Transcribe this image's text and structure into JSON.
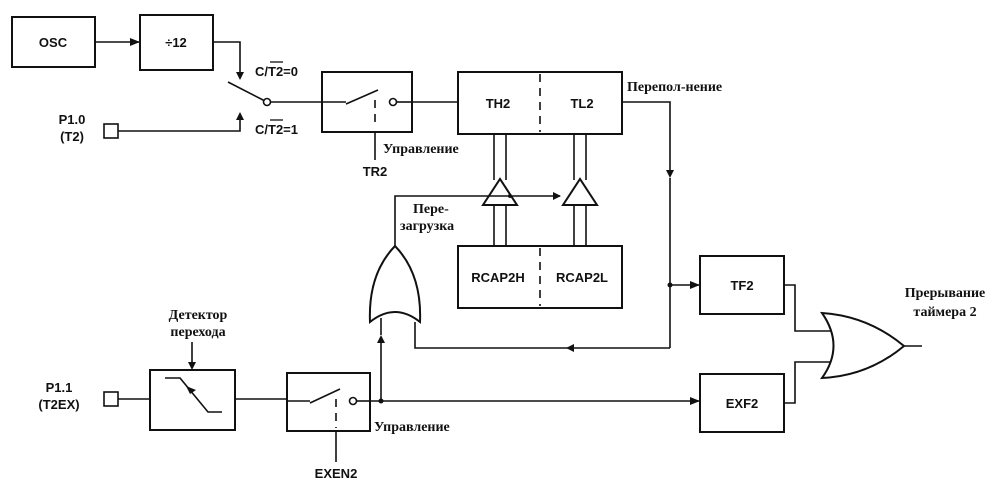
{
  "blocks": {
    "osc": "OSC",
    "div12": "÷12",
    "th2": "TH2",
    "tl2": "TL2",
    "rcap2h": "RCAP2H",
    "rcap2l": "RCAP2L",
    "tf2": "TF2",
    "exf2": "EXF2"
  },
  "labels": {
    "ct2_0": "C/T2=0",
    "ct2_1": "C/T2=1",
    "p10": "P1.0",
    "t2": "(T2)",
    "p11": "P1.1",
    "t2ex": "(T2EX)",
    "upravlenie_top": "Управление",
    "tr2": "TR2",
    "overflow": "Перепол-нение",
    "reload_1": "Пере-",
    "reload_2": "загрузка",
    "detector_1": "Детектор",
    "detector_2": "перехода",
    "upravlenie_bottom": "Управление",
    "exen2": "EXEN2",
    "interrupt_1": "Прерывание",
    "interrupt_2": "таймера 2"
  }
}
